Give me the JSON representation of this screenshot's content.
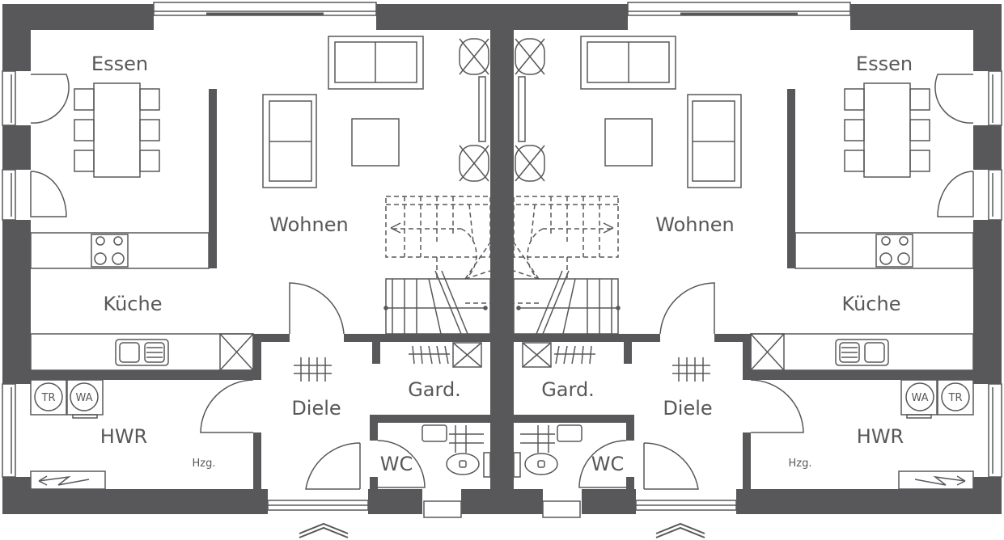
{
  "colors": {
    "wall": "#58585a",
    "line": "#58585a",
    "background": "#ffffff"
  },
  "left_unit": {
    "rooms": {
      "essen": "Essen",
      "wohnen": "Wohnen",
      "kueche": "Küche",
      "hwr": "HWR",
      "diele": "Diele",
      "garderobe": "Gard.",
      "wc": "WC"
    },
    "heating": "Hzg.",
    "appliances": {
      "dryer": "TR",
      "washer": "WA"
    }
  },
  "right_unit": {
    "rooms": {
      "essen": "Essen",
      "wohnen": "Wohnen",
      "kueche": "Küche",
      "hwr": "HWR",
      "diele": "Diele",
      "garderobe": "Gard.",
      "wc": "WC"
    },
    "heating": "Hzg.",
    "appliances": {
      "dryer": "TR",
      "washer": "WA"
    }
  }
}
